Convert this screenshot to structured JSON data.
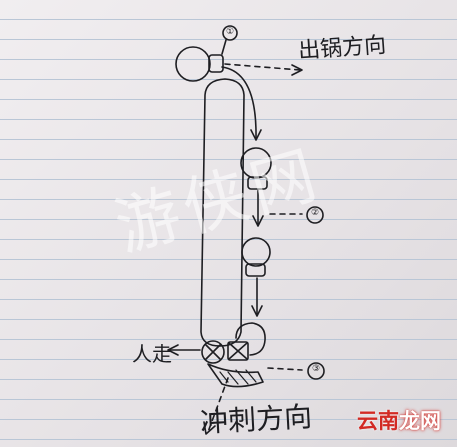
{
  "labels": {
    "exit_direction": "出锅方向",
    "dash_direction": "冲刺方向",
    "out": "人走"
  },
  "markers": [
    "①",
    "②",
    "③"
  ],
  "watermark": "游侠网",
  "brand": {
    "part1": "云南",
    "part2": "龙网"
  },
  "colors": {
    "ink": "#1e1e22",
    "brand_red": "#d22a24",
    "ruled_line": "#b9c6d6"
  }
}
